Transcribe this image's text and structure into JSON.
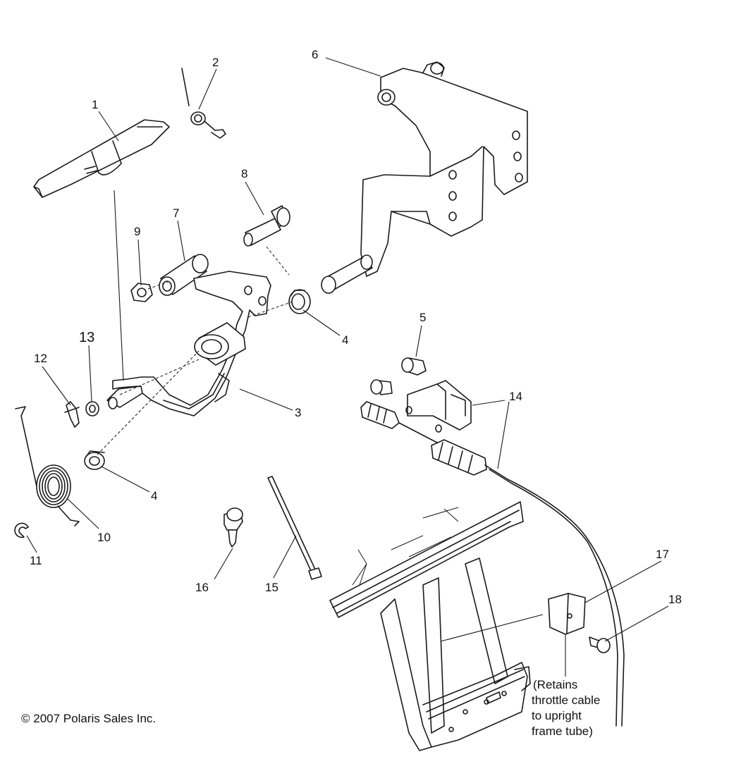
{
  "callouts": [
    {
      "id": "1",
      "label": "1"
    },
    {
      "id": "2",
      "label": "2"
    },
    {
      "id": "3",
      "label": "3"
    },
    {
      "id": "4a",
      "label": "4"
    },
    {
      "id": "4b",
      "label": "4"
    },
    {
      "id": "5",
      "label": "5"
    },
    {
      "id": "6",
      "label": "6"
    },
    {
      "id": "7",
      "label": "7"
    },
    {
      "id": "8",
      "label": "8"
    },
    {
      "id": "9",
      "label": "9"
    },
    {
      "id": "10",
      "label": "10"
    },
    {
      "id": "11",
      "label": "11"
    },
    {
      "id": "12",
      "label": "12"
    },
    {
      "id": "13",
      "label": "13"
    },
    {
      "id": "14",
      "label": "14"
    },
    {
      "id": "15",
      "label": "15"
    },
    {
      "id": "16",
      "label": "16"
    },
    {
      "id": "17",
      "label": "17"
    },
    {
      "id": "18",
      "label": "18"
    }
  ],
  "note": {
    "lines": [
      "(Retains",
      "throttle cable",
      "to upright",
      "frame tube)"
    ]
  },
  "copyright": "© 2007 Polaris Sales Inc."
}
